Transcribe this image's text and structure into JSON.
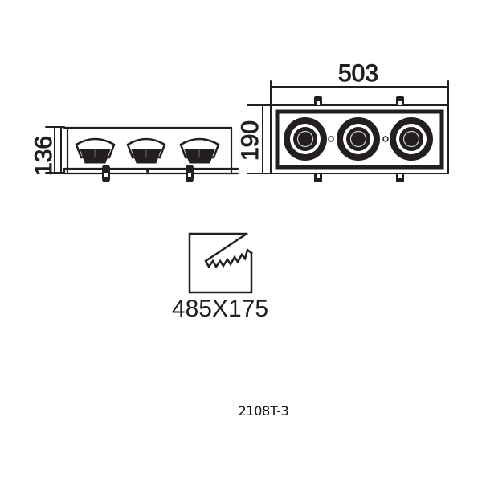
{
  "drawing": {
    "title": "Recessed triple spotlight dimension drawing",
    "stroke_color": "#231f20",
    "background_color": "#ffffff"
  },
  "side_view": {
    "height_dimension": "136",
    "lamp_count": 3
  },
  "front_view": {
    "width_dimension": "503",
    "height_dimension": "190",
    "lamp_count": 3
  },
  "cutout": {
    "icon": "saw-cut-icon",
    "dimension": "485X175"
  },
  "model": {
    "label": "2108T-3"
  }
}
